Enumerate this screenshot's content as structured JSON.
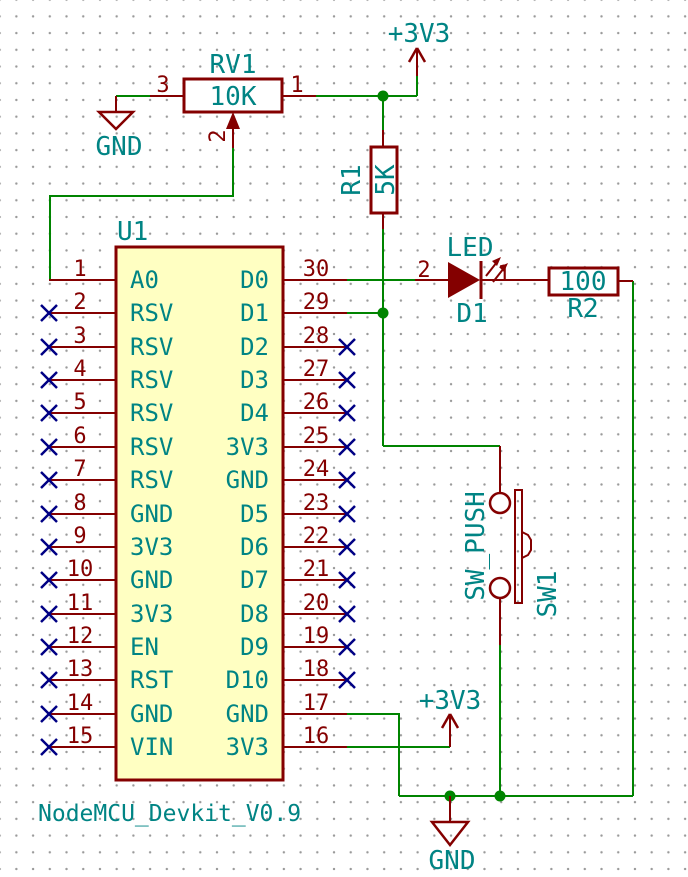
{
  "colors": {
    "wire": "#008400",
    "component_outline": "#840000",
    "field_text": "#008484",
    "no_connect": "#000084",
    "component_fill": "#FFFFC2",
    "junction": "#008400",
    "background": "#FFFFFF",
    "grid_dot": "#9A9A9A"
  },
  "icons": {
    "junction": "filled-circle",
    "no_connect": "x-cross",
    "power_flag": "up-arrow",
    "ground_flag": "triangle-down"
  },
  "power": {
    "vcc_top_label": "+3V3",
    "vcc_bottom_label": "+3V3",
    "gnd_top_label": "GND",
    "gnd_bottom_label": "GND"
  },
  "rv1": {
    "reference": "RV1",
    "value": "10K",
    "pin1": "1",
    "pin2": "2",
    "pin3": "3"
  },
  "r1": {
    "reference": "R1",
    "value": "5K"
  },
  "r2": {
    "reference": "R2",
    "value": "100"
  },
  "d1": {
    "reference": "D1",
    "value": "LED",
    "pin_anode": "2",
    "pin_cathode": "1"
  },
  "sw1": {
    "reference": "SW1",
    "value": "SW_PUSH"
  },
  "u1": {
    "reference": "U1",
    "value": "NodeMCU_Devkit_V0.9",
    "left_pins": [
      {
        "number": "1",
        "name": "A0",
        "nc": false
      },
      {
        "number": "2",
        "name": "RSV",
        "nc": true
      },
      {
        "number": "3",
        "name": "RSV",
        "nc": true
      },
      {
        "number": "4",
        "name": "RSV",
        "nc": true
      },
      {
        "number": "5",
        "name": "RSV",
        "nc": true
      },
      {
        "number": "6",
        "name": "RSV",
        "nc": true
      },
      {
        "number": "7",
        "name": "RSV",
        "nc": true
      },
      {
        "number": "8",
        "name": "GND",
        "nc": true
      },
      {
        "number": "9",
        "name": "3V3",
        "nc": true
      },
      {
        "number": "10",
        "name": "GND",
        "nc": true
      },
      {
        "number": "11",
        "name": "3V3",
        "nc": true
      },
      {
        "number": "12",
        "name": "EN",
        "nc": true
      },
      {
        "number": "13",
        "name": "RST",
        "nc": true
      },
      {
        "number": "14",
        "name": "GND",
        "nc": true
      },
      {
        "number": "15",
        "name": "VIN",
        "nc": true
      }
    ],
    "right_pins": [
      {
        "number": "30",
        "name": "D0",
        "nc": false
      },
      {
        "number": "29",
        "name": "D1",
        "nc": false
      },
      {
        "number": "28",
        "name": "D2",
        "nc": true
      },
      {
        "number": "27",
        "name": "D3",
        "nc": true
      },
      {
        "number": "26",
        "name": "D4",
        "nc": true
      },
      {
        "number": "25",
        "name": "3V3",
        "nc": true
      },
      {
        "number": "24",
        "name": "GND",
        "nc": true
      },
      {
        "number": "23",
        "name": "D5",
        "nc": true
      },
      {
        "number": "22",
        "name": "D6",
        "nc": true
      },
      {
        "number": "21",
        "name": "D7",
        "nc": true
      },
      {
        "number": "20",
        "name": "D8",
        "nc": true
      },
      {
        "number": "19",
        "name": "D9",
        "nc": true
      },
      {
        "number": "18",
        "name": "D10",
        "nc": true
      },
      {
        "number": "17",
        "name": "GND",
        "nc": false
      },
      {
        "number": "16",
        "name": "3V3",
        "nc": false
      }
    ]
  }
}
